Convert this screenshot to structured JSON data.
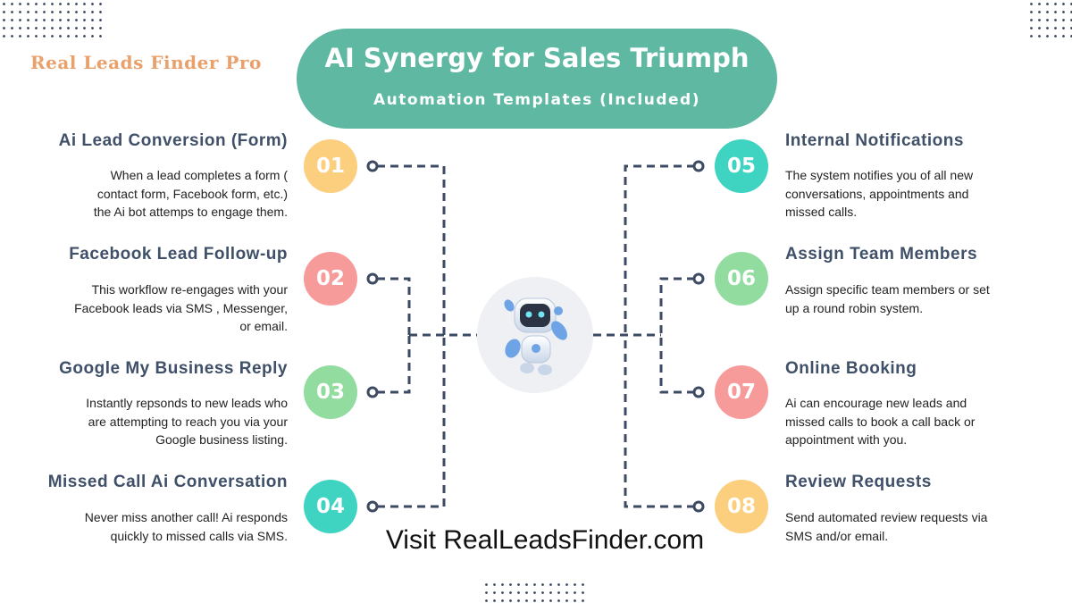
{
  "brand": "Real Leads Finder Pro",
  "title": "AI Synergy for Sales Triumph",
  "subtitle": "Automation Templates (Included)",
  "footer": "Visit RealLeadsFinder.com",
  "colors": {
    "banner": "#5fb8a2",
    "heading": "#3f5068",
    "connector": "#3d4a63",
    "orange": "#fbcf7e",
    "pink": "#f79a9a",
    "green": "#92dca0",
    "teal": "#3fd4c2"
  },
  "items": [
    {
      "number": "01",
      "title": "Ai Lead Conversion (Form)",
      "lines": [
        "When a lead completes a form (",
        "contact form, Facebook form, etc.)",
        "the Ai bot attemps to engage them."
      ]
    },
    {
      "number": "02",
      "title": "Facebook Lead Follow-up",
      "lines": [
        "This workflow re-engages with your",
        "Facebook leads via SMS , Messenger,",
        "or email."
      ]
    },
    {
      "number": "03",
      "title": "Google My Business Reply",
      "lines": [
        "Instantly repsonds to new leads who",
        "are attempting to reach you via your",
        "Google business listing."
      ]
    },
    {
      "number": "04",
      "title": "Missed Call Ai Conversation",
      "lines": [
        "Never miss another call! Ai responds",
        "quickly to missed calls via SMS."
      ]
    },
    {
      "number": "05",
      "title": "Internal Notifications",
      "lines": [
        "The system notifies you of all new",
        "conversations, appointments and",
        "missed calls."
      ]
    },
    {
      "number": "06",
      "title": "Assign Team Members",
      "lines": [
        "Assign specific team members or set",
        "up a round robin system."
      ]
    },
    {
      "number": "07",
      "title": "Online Booking",
      "lines": [
        "Ai can encourage new leads and",
        "missed calls to book a call back or",
        "appointment with you."
      ]
    },
    {
      "number": "08",
      "title": "Review Requests",
      "lines": [
        "Send automated  review requests via",
        "SMS and/or email."
      ]
    }
  ]
}
